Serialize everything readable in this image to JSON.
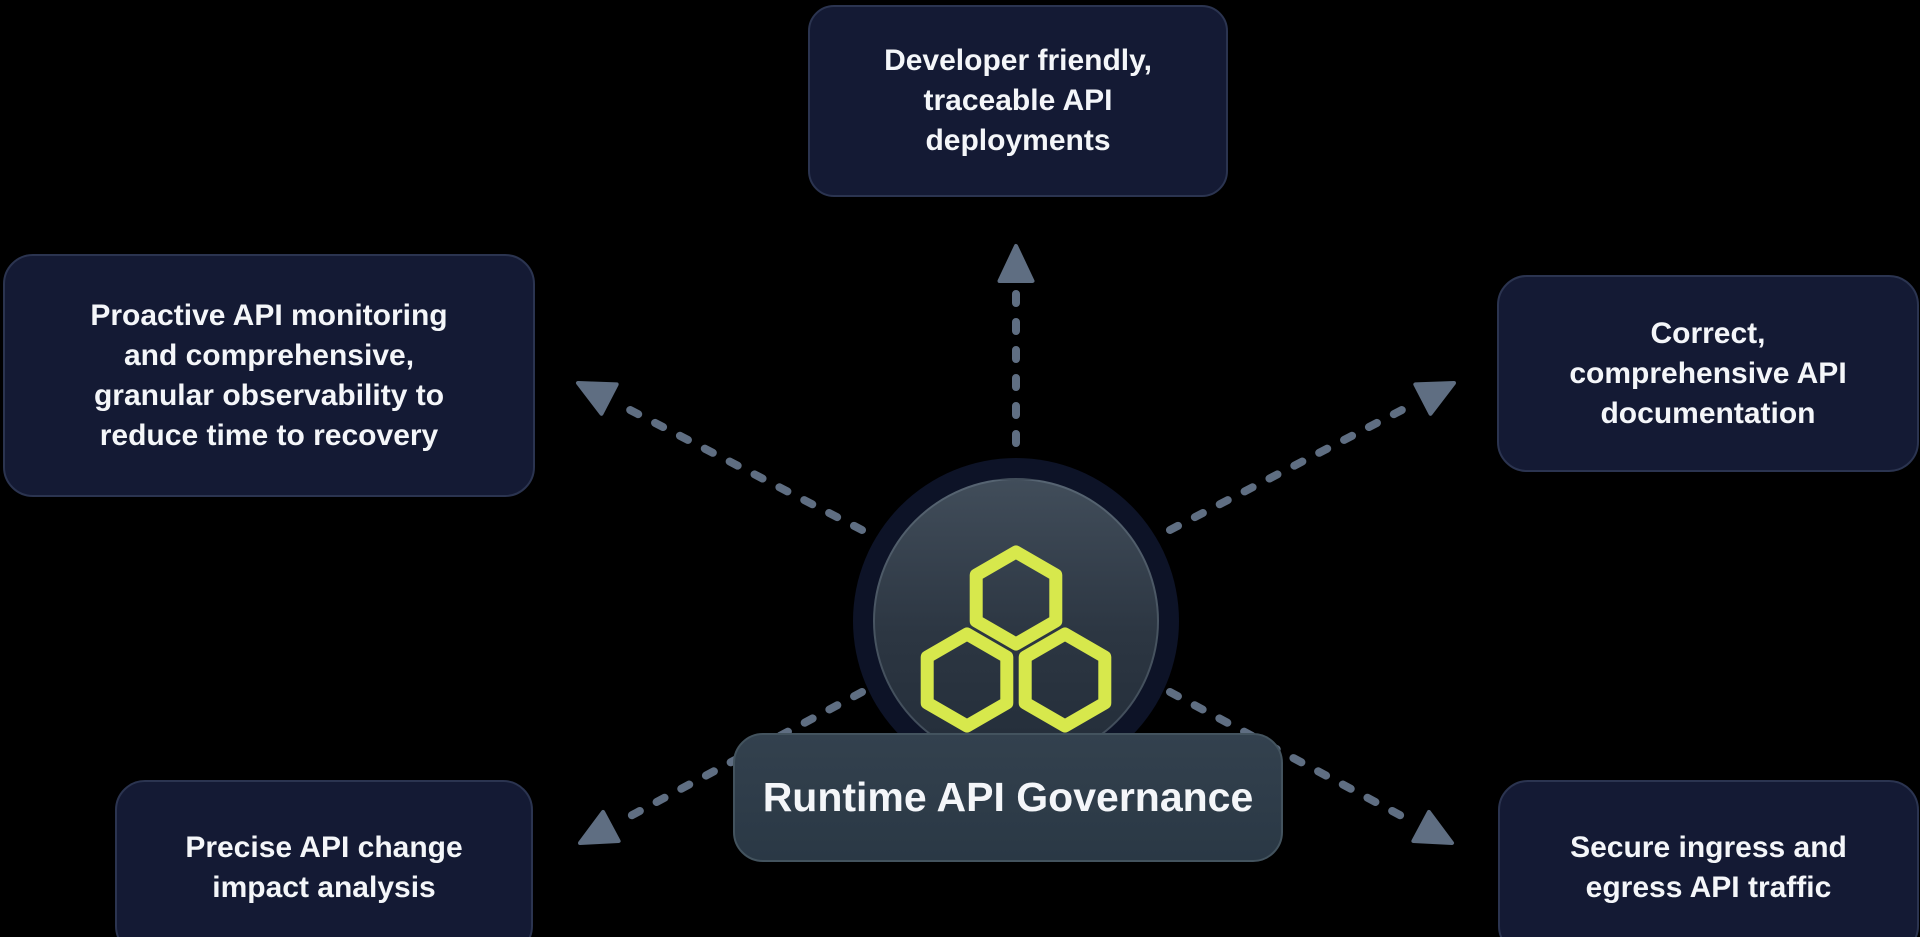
{
  "center": {
    "label": "Runtime API Governance",
    "icon": "hexagon-cluster-icon"
  },
  "nodes": [
    {
      "id": "top",
      "label": "Developer friendly,\ntraceable API\ndeployments"
    },
    {
      "id": "left-top",
      "label": "Proactive API monitoring\nand comprehensive,\ngranular observability to\nreduce time to recovery"
    },
    {
      "id": "right-top",
      "label": "Correct,\ncomprehensive API\ndocumentation"
    },
    {
      "id": "bottom-left",
      "label": "Precise API change\nimpact analysis"
    },
    {
      "id": "bottom-right",
      "label": "Secure ingress and\negress API traffic"
    }
  ],
  "colors": {
    "background": "#000000",
    "node_bg": "#141a34",
    "node_border": "#2b3450",
    "text": "#f4f6f9",
    "connector": "#5f6e82",
    "hex_accent": "#d7e84c",
    "hub_outer": "#0d1327",
    "pill_border": "#43535e"
  }
}
